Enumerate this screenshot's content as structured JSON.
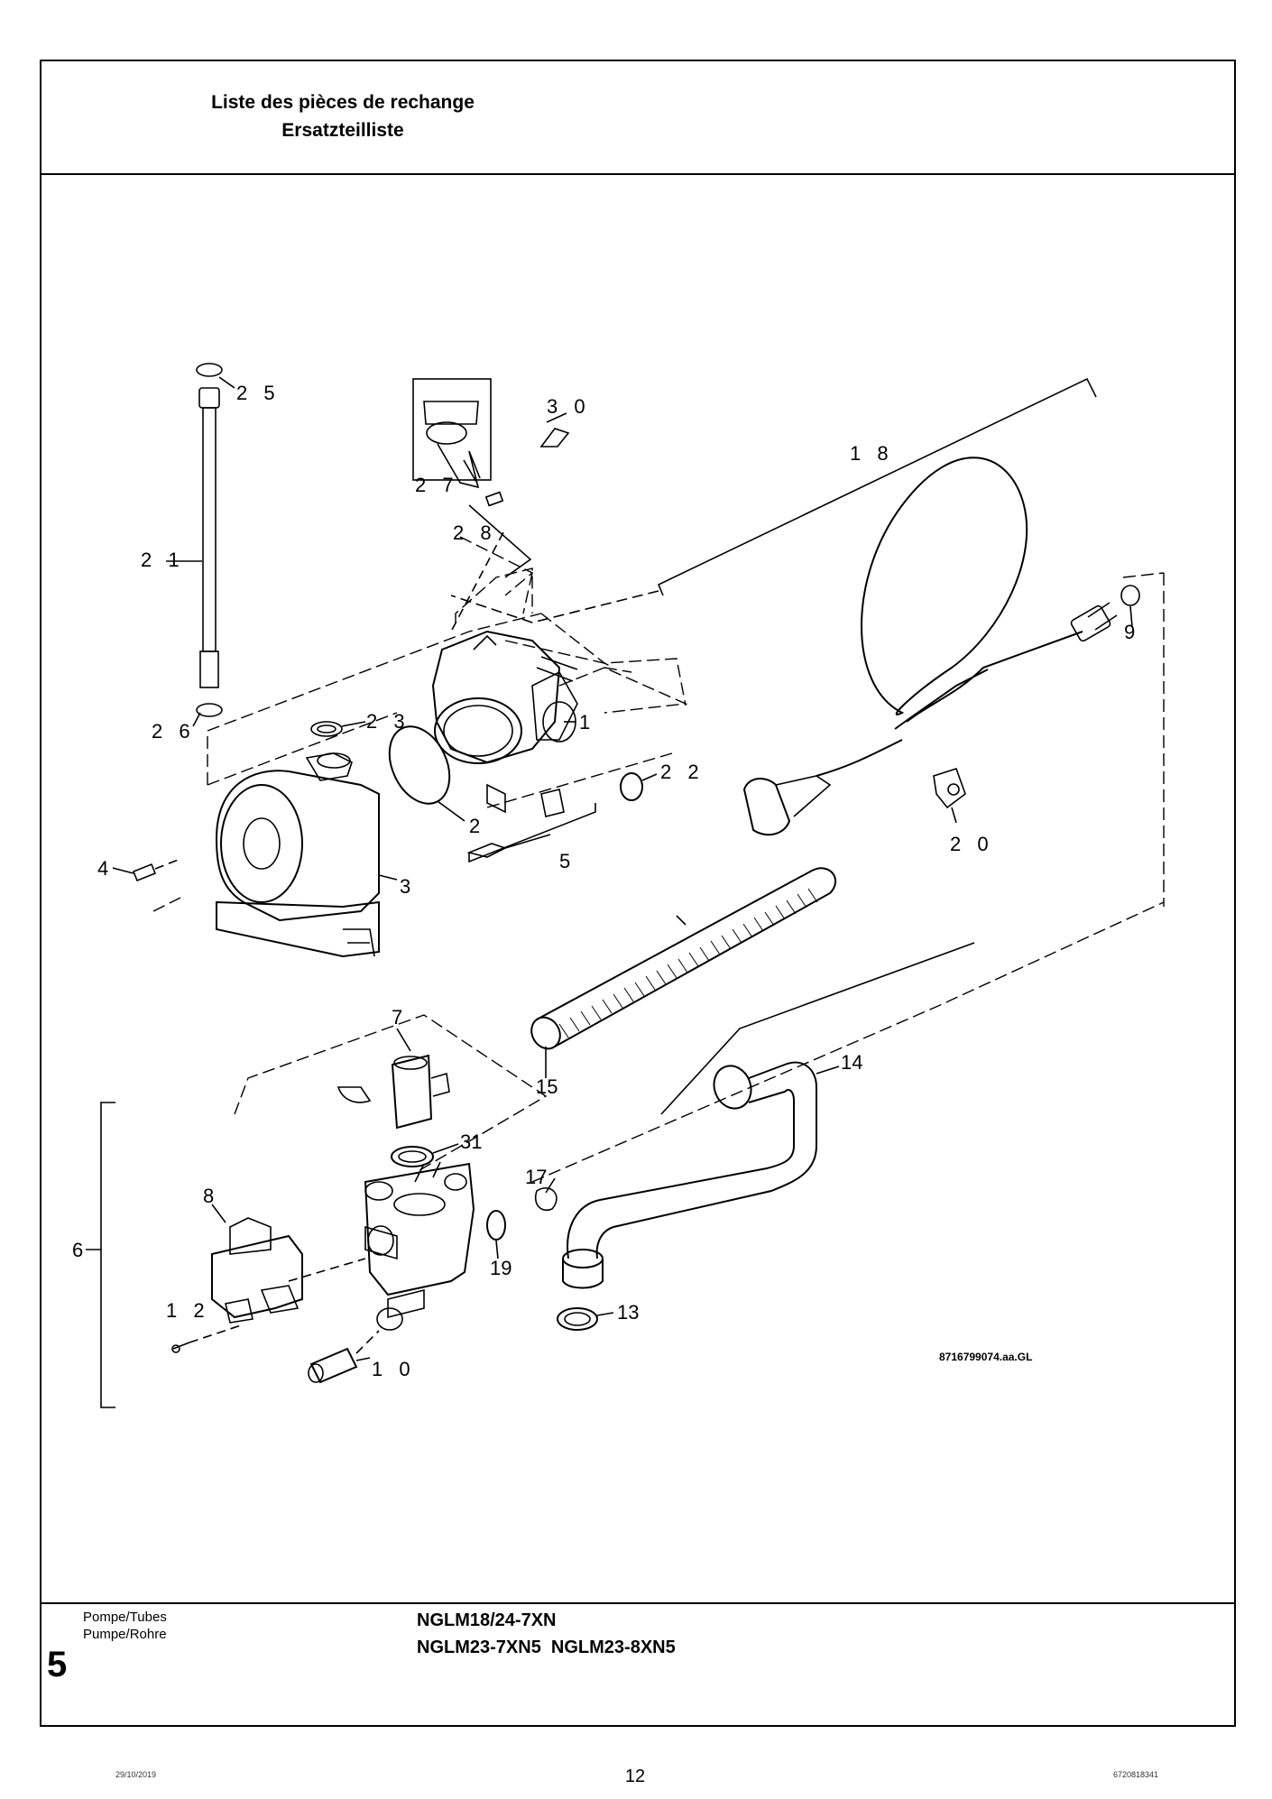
{
  "header": {
    "title_fr": "Liste des pièces de rechange",
    "title_de": "Ersatzteilliste"
  },
  "diagram": {
    "image_ref": "8716799074.aa.GL",
    "callouts": [
      "25",
      "30",
      "27",
      "18",
      "28",
      "21",
      "9",
      "1",
      "26",
      "23",
      "22",
      "2",
      "20",
      "4",
      "5",
      "3",
      "7",
      "14",
      "15",
      "31",
      "6",
      "17",
      "8",
      "19",
      "13",
      "12",
      "10"
    ]
  },
  "footer": {
    "category_fr": "Pompe/Tubes",
    "category_de": "Pumpe/Rohre",
    "section_number": "5",
    "model_line_1": "NGLM18/24-7XN",
    "model_line_2": "NGLM23-7XN5  NGLM23-8XN5",
    "date": "29/10/2019",
    "page_number": "12",
    "doc_number": "6720818341"
  }
}
